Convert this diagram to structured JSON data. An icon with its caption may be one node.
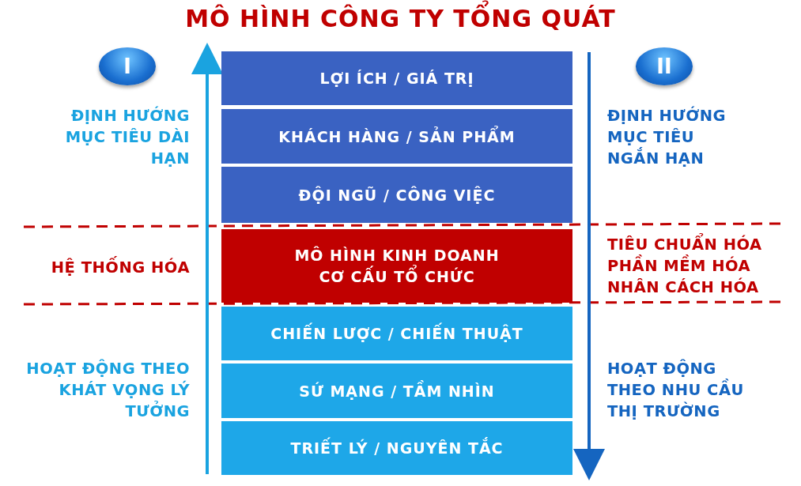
{
  "diagram": {
    "title": "MÔ HÌNH CÔNG TY TỔNG QUÁT",
    "nodes": [
      {
        "text": [
          "I"
        ]
      },
      {
        "text": [
          "II"
        ]
      },
      {
        "text": [
          "LỢI ÍCH / GIÁ TRỊ"
        ]
      },
      {
        "text": [
          "KHÁCH HÀNG / SẢN PHẨM"
        ]
      },
      {
        "text": [
          "ĐỘI NGŨ / CÔNG VIỆC"
        ]
      },
      {
        "text": [
          "MÔ HÌNH KINH DOANH",
          "CƠ CẤU TỔ CHỨC"
        ]
      },
      {
        "text": [
          "CHIẾN LƯỢC / CHIẾN THUẬT"
        ]
      },
      {
        "text": [
          "SỨ MẠNG / TẦM NHÌN"
        ]
      },
      {
        "text": [
          "TRIẾT LÝ / NGUYÊN TẮC"
        ]
      }
    ],
    "edges": [],
    "labels": [
      "ĐỊNH HƯỚNG MỤC TIÊU DÀI HẠN",
      "ĐỊNH HƯỚNG MỤC TIÊU NGẮN HẠN",
      "HỆ THỐNG HÓA",
      "TIÊU CHUẨN HÓA",
      "PHẦN MỀM HÓA",
      "NHÂN CÁCH HÓA",
      "HOẠT ĐỘNG THEO KHÁT VỌNG LÝ TƯỞNG",
      "HOẠT ĐỘNG THEO NHU CẦU THỊ TRƯỜNG"
    ]
  }
}
